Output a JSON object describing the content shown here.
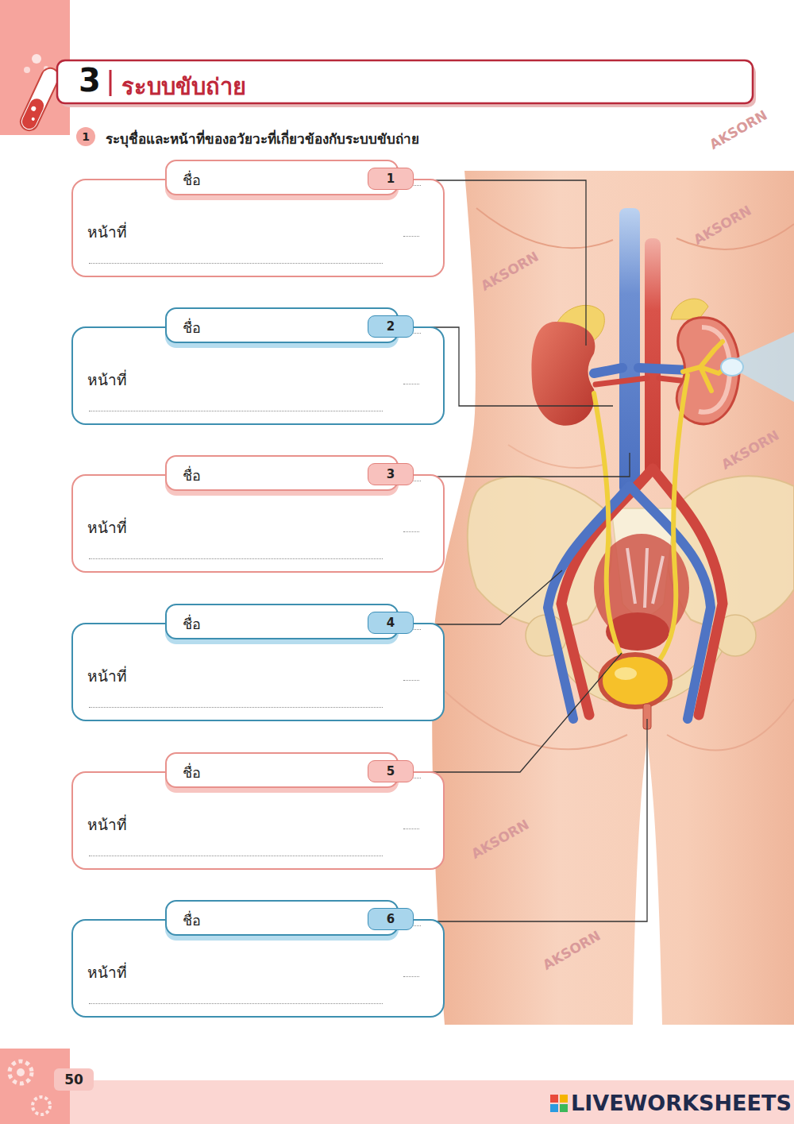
{
  "diagram": {
    "title": "ระบบขับถ่าย",
    "nodes": [
      {
        "text": [
          "1"
        ]
      },
      {
        "text": [
          "หน้าที่"
        ]
      },
      {
        "text": [
          "ชื่อ"
        ],
        "in": 1
      },
      {
        "text": [
          "1"
        ],
        "in": 2
      },
      {
        "text": [
          "หน้าที่"
        ]
      },
      {
        "text": [
          "ชื่อ"
        ],
        "in": 4
      },
      {
        "text": [
          "2"
        ],
        "in": 5
      },
      {
        "text": [
          "หน้าที่"
        ]
      },
      {
        "text": [
          "ชื่อ"
        ],
        "in": 7
      },
      {
        "text": [
          "3"
        ],
        "in": 8
      },
      {
        "text": [
          "หน้าที่"
        ]
      },
      {
        "text": [
          "ชื่อ"
        ],
        "in": 10
      },
      {
        "text": [
          "4"
        ],
        "in": 11
      },
      {
        "text": [
          "หน้าที่"
        ]
      },
      {
        "text": [
          "ชื่อ"
        ],
        "in": 13
      },
      {
        "text": [
          "5"
        ],
        "in": 14
      },
      {
        "text": [
          "หน้าที่"
        ]
      },
      {
        "text": [
          "ชื่อ"
        ],
        "in": 16
      },
      {
        "text": [
          "6"
        ],
        "in": 17
      },
      {
        "text": [
          "50"
        ]
      }
    ],
    "labels": [
      "3",
      "ระบุชื่อและหน้าที่ของอวัยวะที่เกี่ยวข้องกับระบบขับถ่าย",
      "AKSORN",
      "AKSORN",
      "AKSORN",
      "AKSORN",
      "AKSORN",
      "AKSORN",
      "LIVEWORKSHEETS"
    ]
  }
}
